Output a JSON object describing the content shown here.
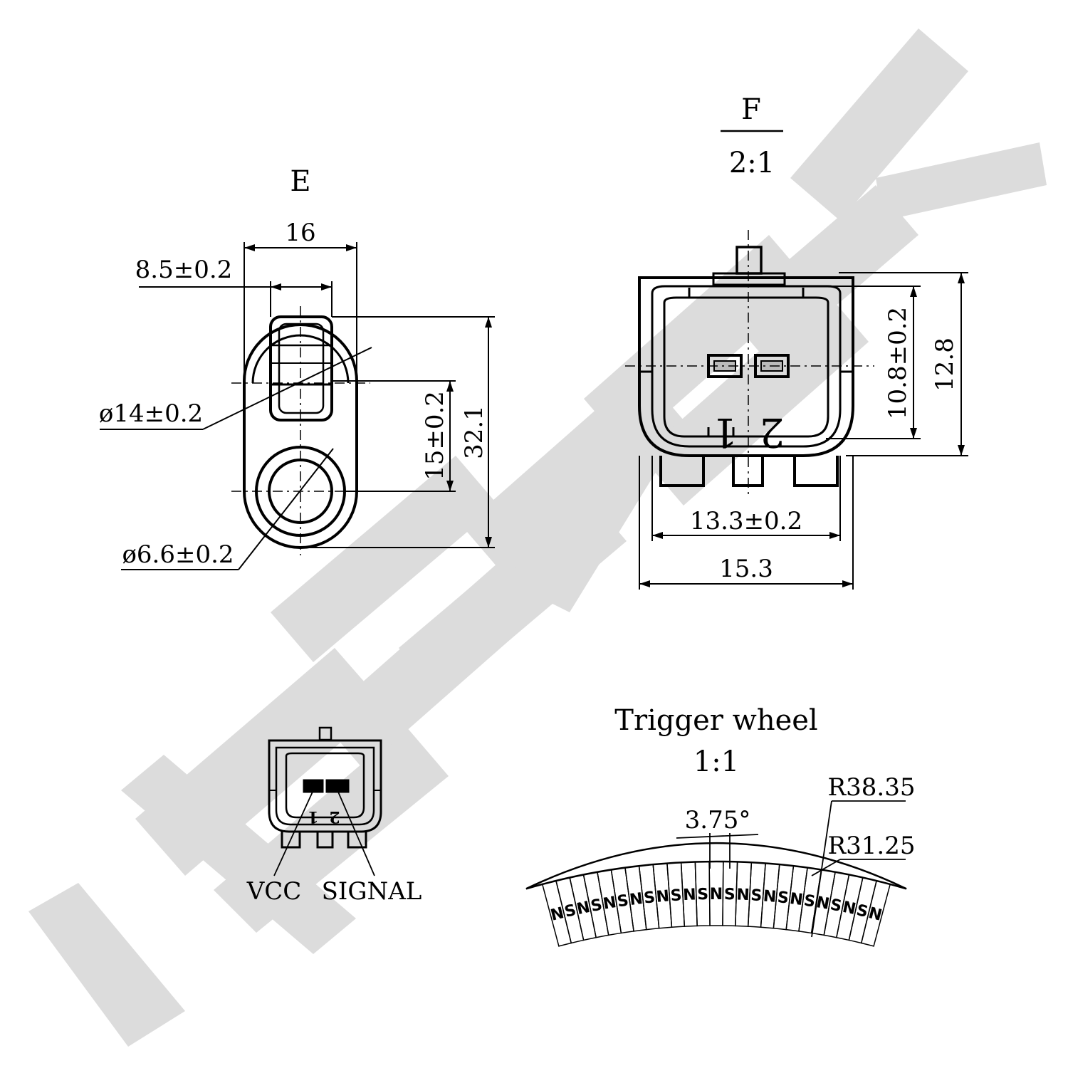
{
  "watermark": {
    "text": "ZENMEK",
    "color": "#dcdcdc"
  },
  "view_e": {
    "title": "E",
    "dim_width": "16",
    "dim_tab": "8.5±0.2",
    "dim_outer_dia": "ø14±0.2",
    "dim_center": "15±0.2",
    "dim_height": "32.1",
    "dim_hole": "ø6.6±0.2"
  },
  "view_f": {
    "title": "F",
    "scale": "2:1",
    "pin1": "1",
    "pin2": "2",
    "dim_inner_h": "10.8±0.2",
    "dim_outer_h": "12.8",
    "dim_inner_w": "13.3±0.2",
    "dim_outer_w": "15.3"
  },
  "pinout": {
    "pin1": "1",
    "pin2": "2",
    "label_vcc": "VCC",
    "label_signal": "SIGNAL"
  },
  "trigger_wheel": {
    "title": "Trigger wheel",
    "scale": "1:1",
    "angle": "3.75°",
    "r_outer": "R38.35",
    "r_inner": "R31.25",
    "poles": [
      "N",
      "S",
      "N",
      "S",
      "N",
      "S",
      "N",
      "S",
      "N",
      "S",
      "N",
      "S",
      "N",
      "S",
      "N",
      "S",
      "N",
      "S",
      "N",
      "S",
      "N",
      "S",
      "N",
      "S",
      "N"
    ]
  }
}
